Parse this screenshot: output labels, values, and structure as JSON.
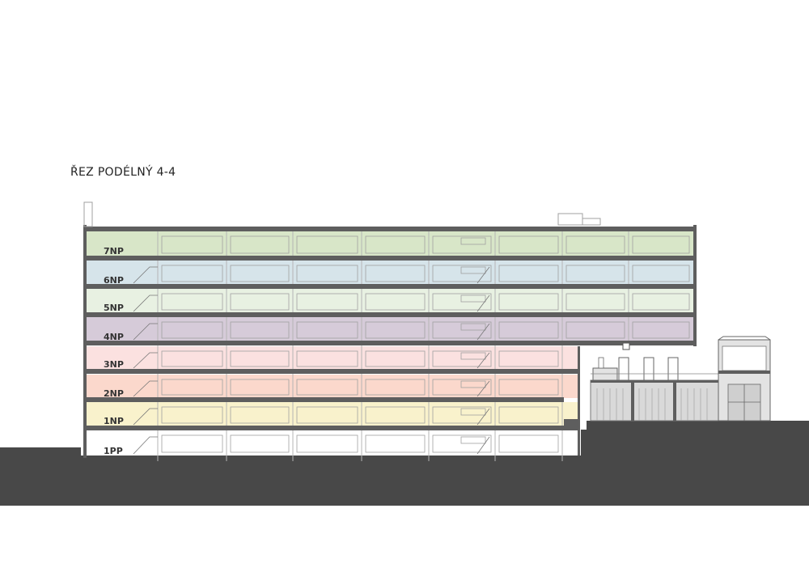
{
  "title": "ŘEZ PODÉLNÝ 4-4",
  "colors": {
    "ground": "#484848",
    "slab": "#5e5e5e",
    "outline": "#8a8a8a"
  },
  "floors": [
    {
      "label": "7NP",
      "color": "#d8e6c8"
    },
    {
      "label": "6NP",
      "color": "#d6e4ea"
    },
    {
      "label": "5NP",
      "color": "#e8f1e2"
    },
    {
      "label": "4NP",
      "color": "#d6cbd9"
    },
    {
      "label": "3NP",
      "color": "#fbe1e0"
    },
    {
      "label": "2NP",
      "color": "#fbd8cc"
    },
    {
      "label": "1NP",
      "color": "#f9f2cc"
    },
    {
      "label": "1PP",
      "color": "#ffffff"
    }
  ]
}
